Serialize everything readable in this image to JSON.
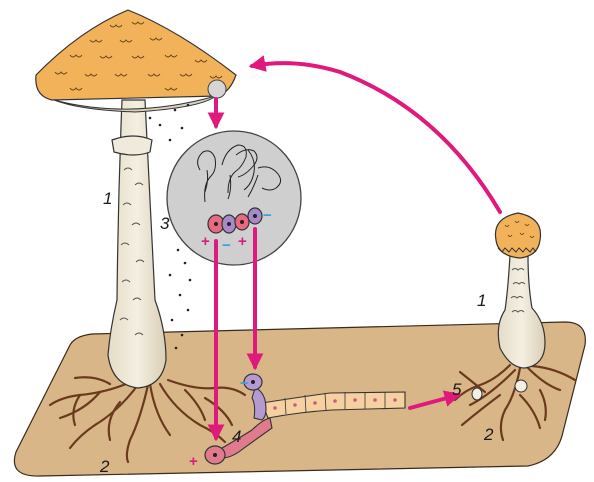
{
  "labels": {
    "big_mushroom": "1",
    "small_mushroom": "1",
    "mycelium_left": "2",
    "mycelium_right": "2",
    "spores": "3",
    "germination": "4",
    "new_primordium": "5"
  },
  "signs": {
    "plus": "+",
    "minus": "−"
  },
  "colors": {
    "arrow": "#e0197d",
    "ground": "#d8b688",
    "cap": "#f2b25a",
    "stem": "#ece5d2",
    "mycelium": "#6b3a1e",
    "spore_circle": "#cfcfcf",
    "spore_plus": "#e86a80",
    "spore_minus": "#a78ac8",
    "hypha": "#f6d0a0"
  }
}
